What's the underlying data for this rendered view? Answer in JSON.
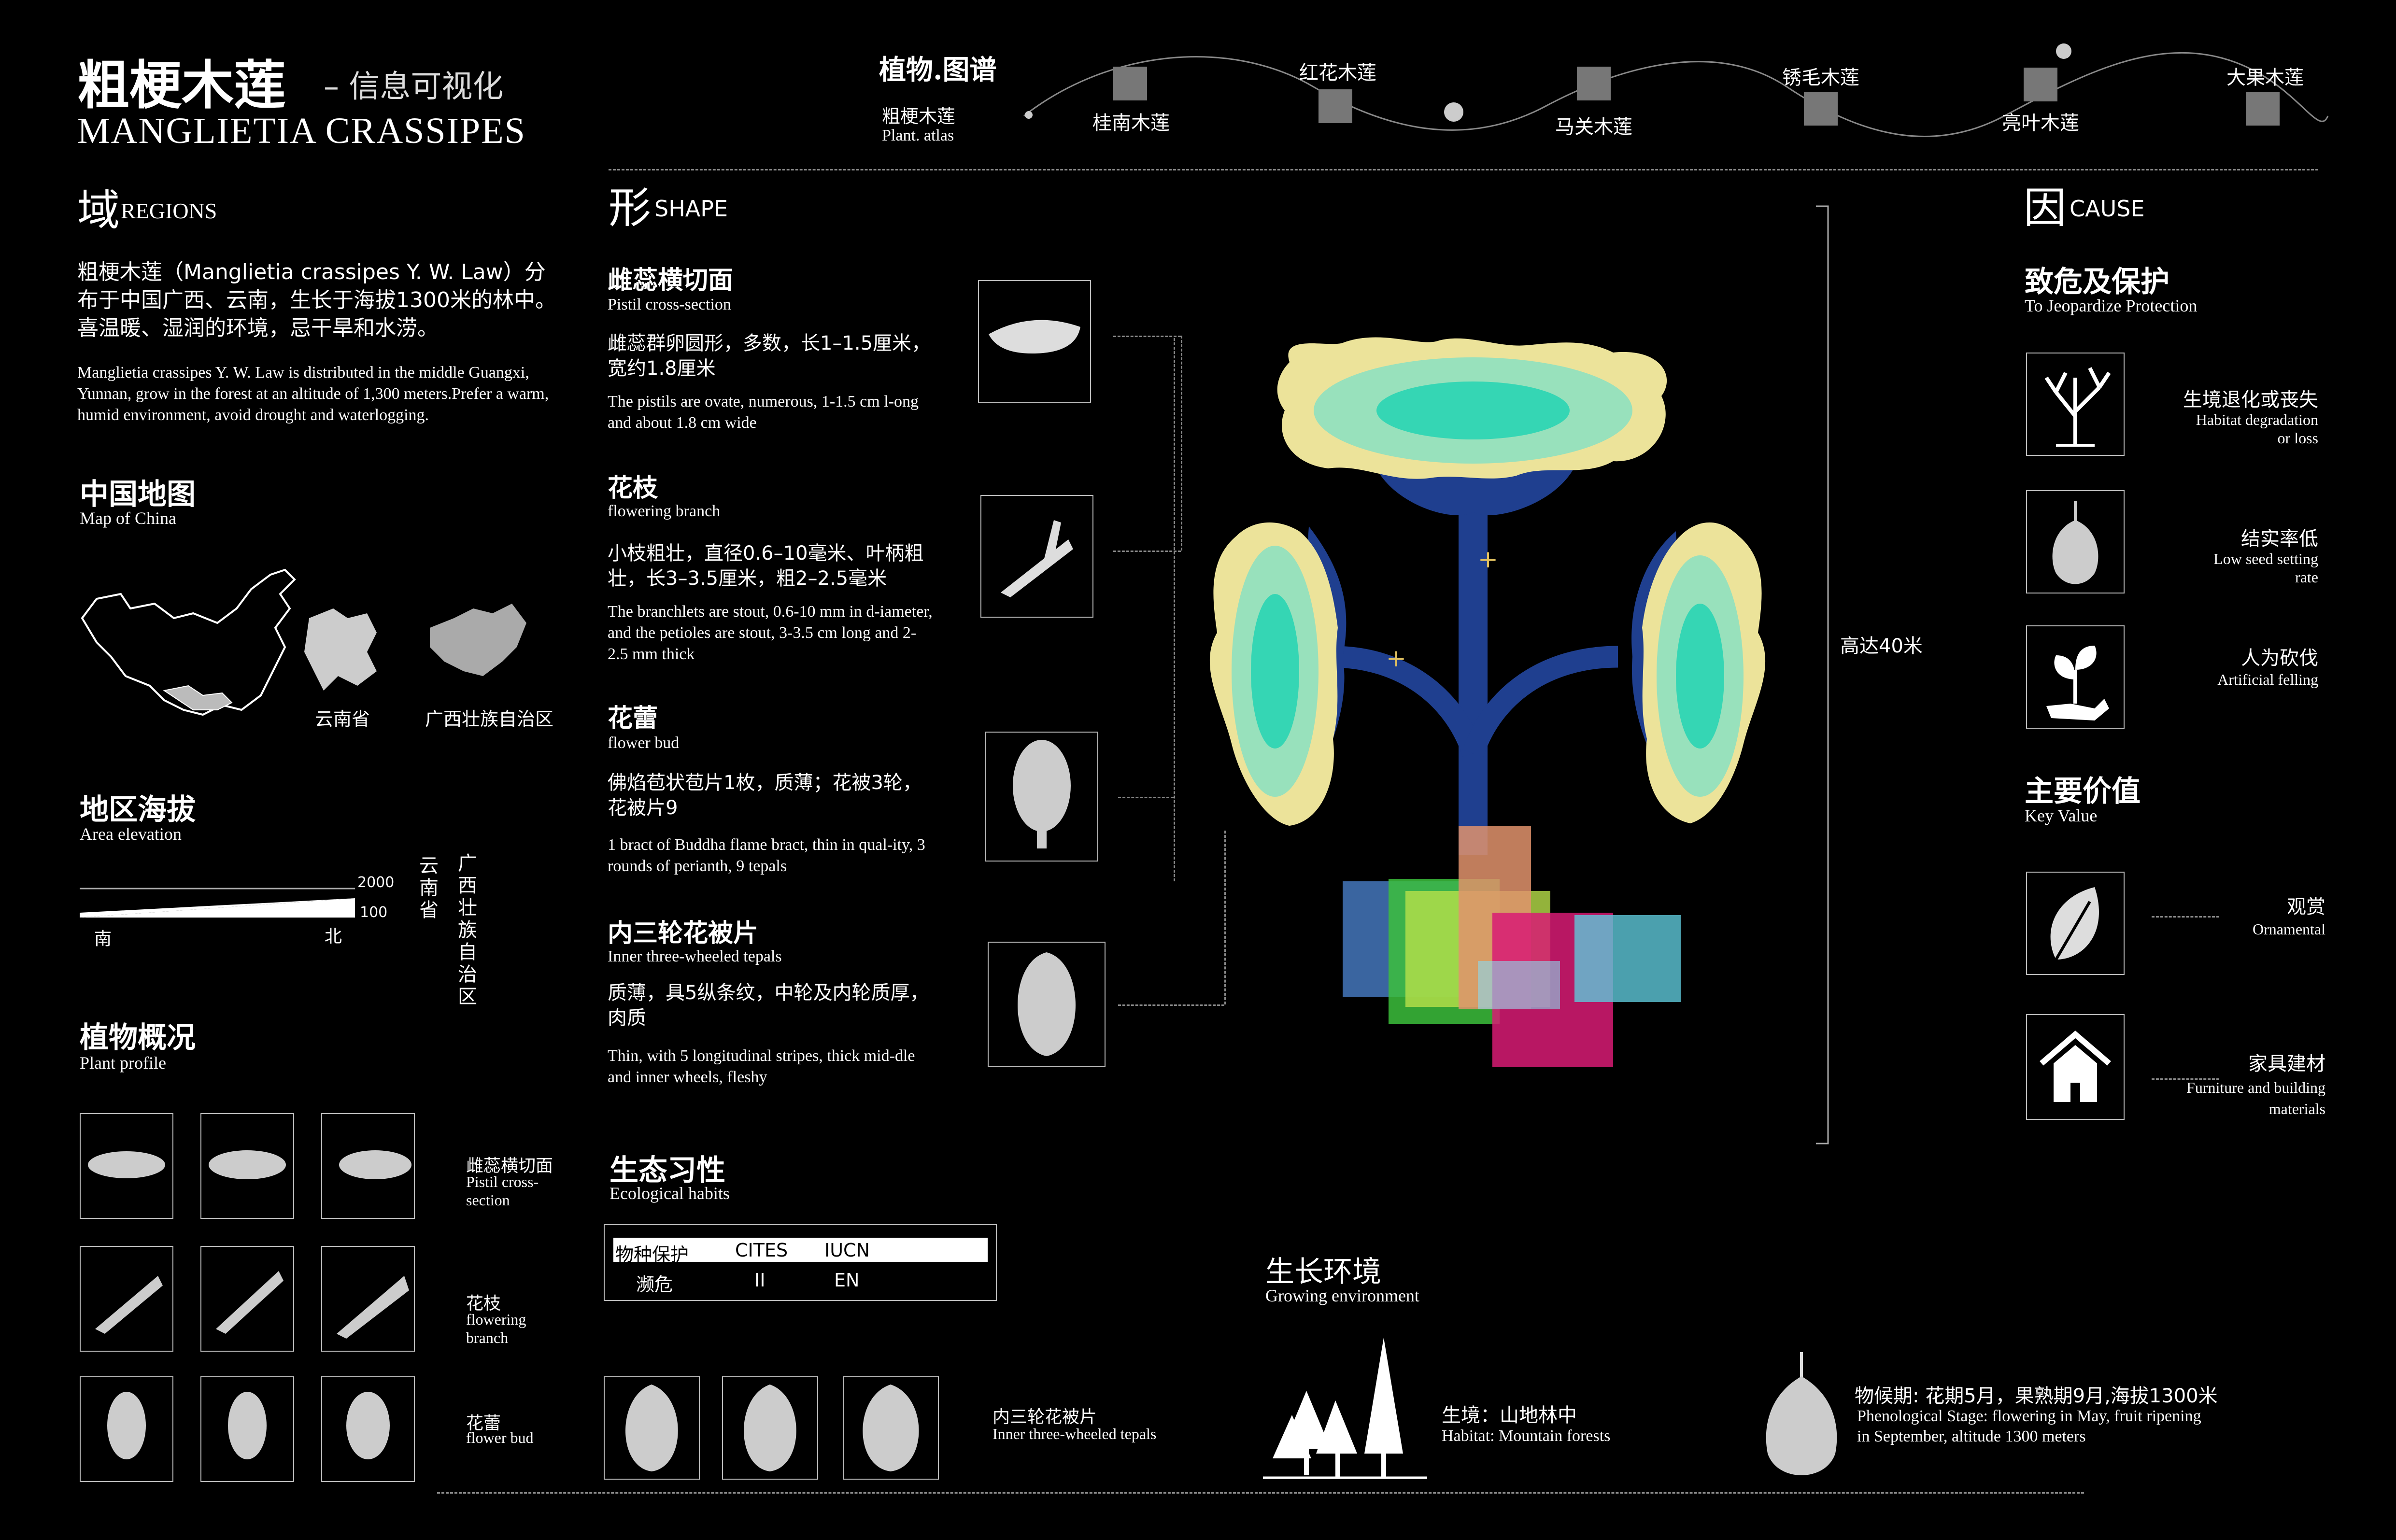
{
  "header": {
    "title_cn": "粗梗木莲",
    "subtitle_cn": "– 信息可视化",
    "title_en": "MANGLIETIA CRASSIPES"
  },
  "atlas": {
    "title_cn": "植物.图谱",
    "current_cn": "粗梗木莲",
    "current_en": "Plant. atlas",
    "species": [
      {
        "name": "桂南木莲"
      },
      {
        "name": "红花木莲"
      },
      {
        "name": "马关木莲"
      },
      {
        "name": "锈毛木莲"
      },
      {
        "name": "亮叶木莲"
      },
      {
        "name": "大果木莲"
      }
    ]
  },
  "regions": {
    "heading_cn": "域",
    "heading_en": "REGIONS",
    "intro_cn": "粗梗木莲（Manglietia crassipes Y. W. Law）分布于中国广西、云南，生长于海拔1300米的林中。喜温暖、湿润的环境，忌干旱和水涝。",
    "intro_en": "Manglietia crassipes Y. W. Law is distributed in the middle Guangxi, Yunnan, grow in the forest at an altitude of 1,300 meters.Prefer a warm, humid environment, avoid drought and waterlogging.",
    "map_title_cn": "中国地图",
    "map_title_en": "Map of China",
    "province_1": "云南省",
    "province_2": "广西壮族自治区",
    "elev_title_cn": "地区海拔",
    "elev_title_en": "Area elevation",
    "elev_hi": "2000",
    "elev_lo": "100",
    "elev_south": "南",
    "elev_north": "北",
    "elev_v1": "云南省",
    "elev_v2": "广西壮族自治区",
    "profile_title_cn": "植物概况",
    "profile_title_en": "Plant profile",
    "profile_rows": [
      {
        "cn": "雌蕊横切面",
        "en": "Pistil cross-\nsection"
      },
      {
        "cn": "花枝",
        "en": "flowering\nbranch"
      },
      {
        "cn": "花蕾",
        "en": "flower bud"
      }
    ]
  },
  "shape": {
    "heading_cn": "形",
    "heading_en": "SHAPE",
    "items": [
      {
        "cn": "雌蕊横切面",
        "en": "Pistil cross-section",
        "desc_cn": "雌蕊群卵圆形，多数，长1–1.5厘米，宽约1.8厘米",
        "desc_en": "The pistils are ovate, numerous, 1-1.5 cm l-ong and about 1.8 cm wide"
      },
      {
        "cn": "花枝",
        "en": "flowering branch",
        "desc_cn": "小枝粗壮，直径0.6–10毫米、叶柄粗壮，长3–3.5厘米，粗2–2.5毫米",
        "desc_en": "The branchlets are stout, 0.6-10 mm in d-iameter, and the petioles are stout, 3-3.5 cm long and 2-2.5 mm thick"
      },
      {
        "cn": "花蕾",
        "en": "flower bud",
        "desc_cn": "佛焰苞状苞片1枚，质薄；花被3轮，花被片9",
        "desc_en": "1 bract of Buddha flame bract, thin in qual-ity, 3 rounds of perianth, 9 tepals"
      },
      {
        "cn": "内三轮花被片",
        "en": "Inner three-wheeled tepals",
        "desc_cn": "质薄，具5纵条纹，中轮及内轮质厚，肉质",
        "desc_en": "Thin, with 5 longitudinal stripes, thick mid-dle and inner wheels, fleshy"
      }
    ],
    "height_label": "高达40米"
  },
  "eco": {
    "title_cn": "生态习性",
    "title_en": "Ecological habits",
    "table_headers": [
      "物种保护",
      "CITES",
      "IUCN"
    ],
    "table_values": [
      "濒危",
      "II",
      "EN"
    ]
  },
  "tepals": {
    "cn": "内三轮花被片",
    "en": "Inner three-wheeled tepals"
  },
  "growing": {
    "title_cn": "生长环境",
    "title_en": "Growing environment",
    "habitat_cn": "生境：山地林中",
    "habitat_en": "Habitat: Mountain forests",
    "pheno_cn": "物候期: 花期5月，果熟期9月,海拔1300米",
    "pheno_en": "Phenological Stage: flowering in May, fruit ripening\nin September, altitude 1300 meters"
  },
  "cause": {
    "heading_cn": "因",
    "heading_en": "CAUSE",
    "jeopardy_cn": "致危及保护",
    "jeopardy_en": "To Jeopardize Protection",
    "threats": [
      {
        "cn": "生境退化或丧失",
        "en": "Habitat degradation\nor loss",
        "icon": "dead-tree-icon"
      },
      {
        "cn": "结实率低",
        "en": "Low seed setting\nrate",
        "icon": "seed-icon"
      },
      {
        "cn": "人为砍伐",
        "en": "Artificial felling",
        "icon": "sprout-hand-icon"
      }
    ],
    "value_cn": "主要价值",
    "value_en": "Key Value",
    "values": [
      {
        "cn": "观赏",
        "en": "Ornamental",
        "icon": "leaf-icon"
      },
      {
        "cn": "家具建材",
        "en": "Furniture and building\nmaterials",
        "icon": "house-icon"
      }
    ]
  },
  "colors": {
    "navy": "#1f3f8f",
    "yellow": "#ece39a",
    "teal": "#35d6b4",
    "magenta": "#d81b74"
  }
}
